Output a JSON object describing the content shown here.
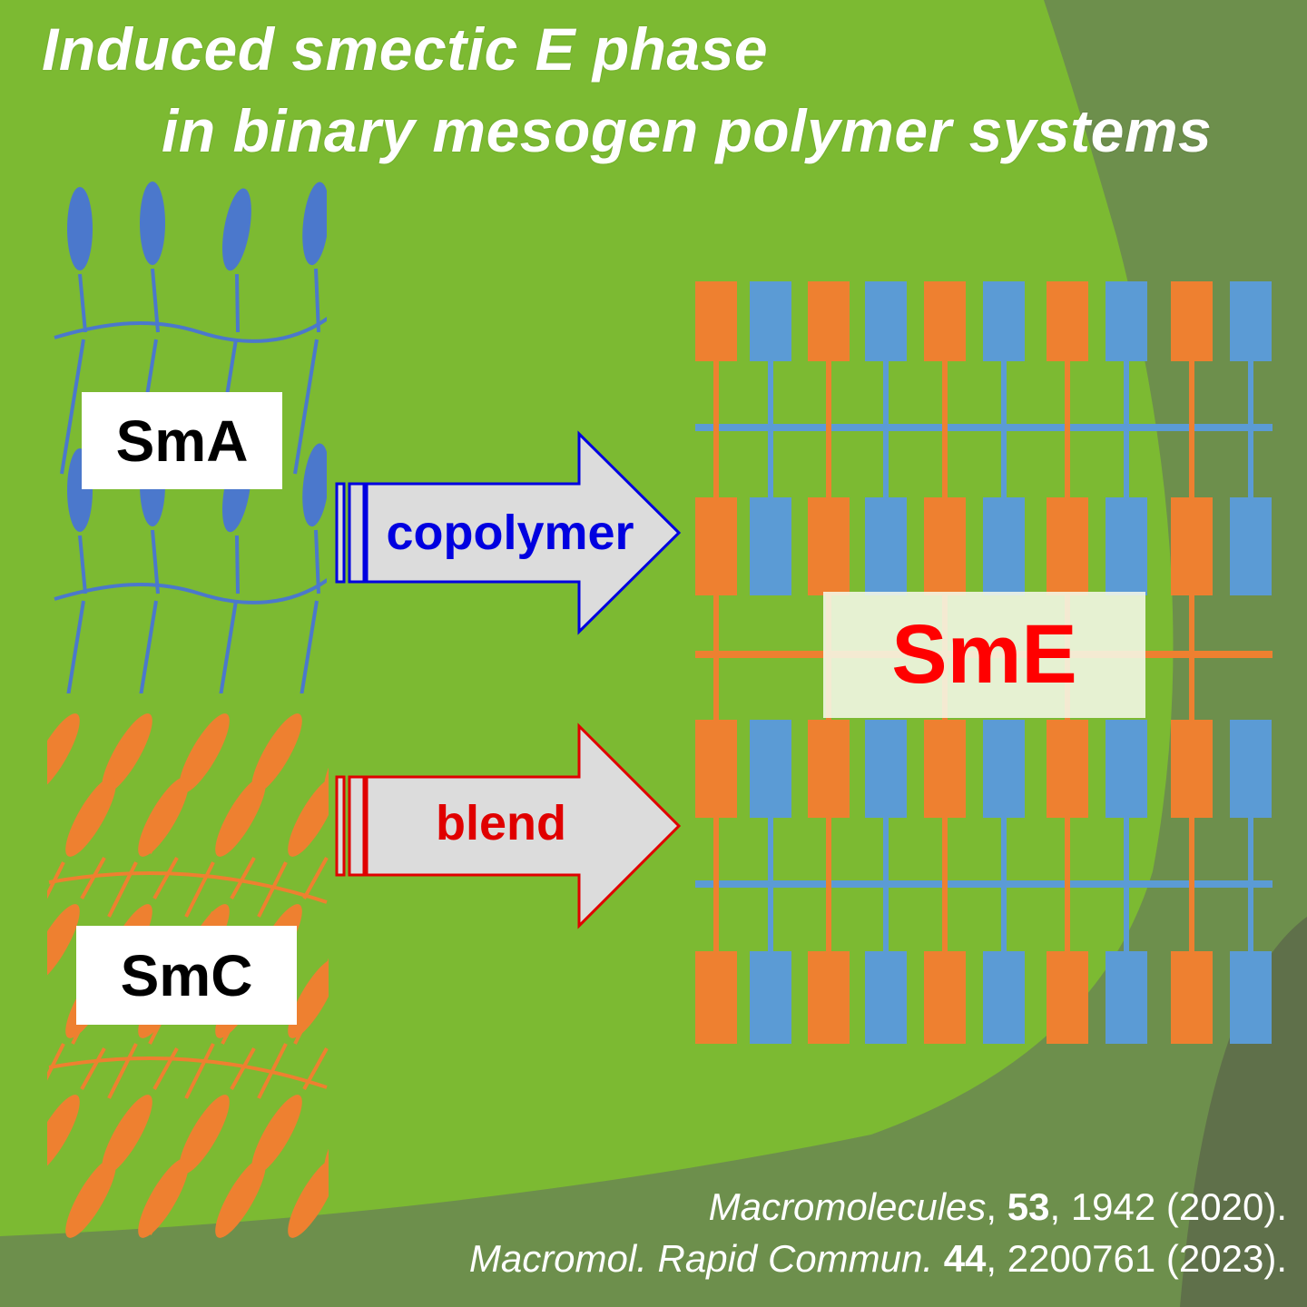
{
  "title": {
    "line1": "Induced smectic E phase",
    "line2": "in binary mesogen polymer systems"
  },
  "phases": {
    "sma_label": "SmA",
    "smc_label": "SmC",
    "sme_label": "SmE"
  },
  "arrows": {
    "copolymer_label": "copolymer",
    "blend_label": "blend"
  },
  "references": [
    {
      "journal": "Macromolecules",
      "sep": ", ",
      "volume": "53",
      "rest": ", 1942 (2020)."
    },
    {
      "journal": "Macromol. Rapid Commun.",
      "sep": " ",
      "volume": "44",
      "rest": ", 2200761 (2023)."
    }
  ],
  "colors": {
    "background": "#7cba32",
    "sma_blue": "#4b78cc",
    "smc_orange": "#ee8030",
    "sme_orange": "#ee8030",
    "sme_blue": "#5b9bd5",
    "copolymer_arrow": "#0000e0",
    "blend_arrow": "#e00000",
    "arrow_fill": "#dcdcdc"
  }
}
